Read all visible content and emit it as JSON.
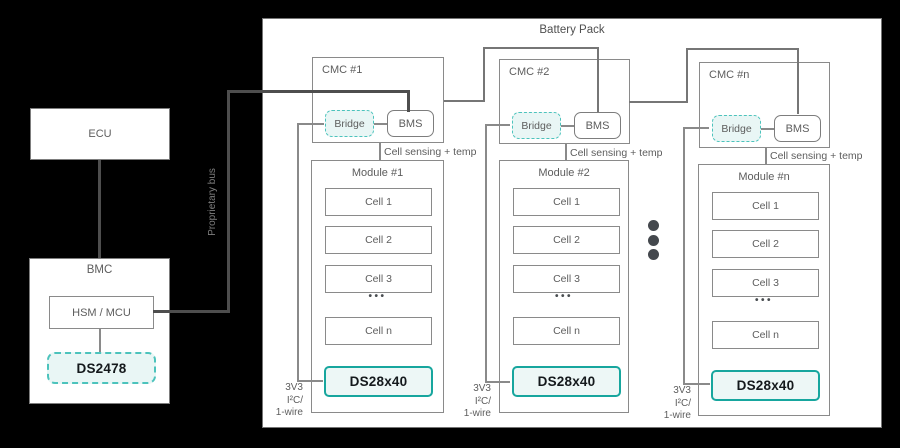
{
  "colors": {
    "accent_teal": "#17a69e",
    "accent_teal_dashed": "#4cc3bc",
    "accent_teal_fill": "#eaf6f5",
    "bus_line_dark": "#4e4e4e",
    "wire_gray": "#8a8a8a",
    "text_gray": "#5d5d5d",
    "background": "#000000"
  },
  "left_panel": {
    "ecu": "ECU",
    "bmc": "BMC",
    "hsm": "HSM / MCU",
    "ds2478": "DS2478",
    "bus_label": "Proprietary bus"
  },
  "pack": {
    "title": "Battery Pack",
    "columns": [
      {
        "cmc": "CMC #1",
        "bridge": "Bridge",
        "bms": "BMS",
        "sensing": "Cell sensing + temp",
        "module": "Module #1",
        "cells": [
          "Cell 1",
          "Cell 2",
          "Cell 3"
        ],
        "ellipsis": "•••",
        "cell_n": "Cell n",
        "ds": "DS28x40",
        "power": [
          "3V3",
          "I²C/",
          "1-wire"
        ]
      },
      {
        "cmc": "CMC #2",
        "bridge": "Bridge",
        "bms": "BMS",
        "sensing": "Cell sensing + temp",
        "module": "Module #2",
        "cells": [
          "Cell 1",
          "Cell 2",
          "Cell 3"
        ],
        "ellipsis": "•••",
        "cell_n": "Cell n",
        "ds": "DS28x40",
        "power": [
          "3V3",
          "I²C/",
          "1-wire"
        ]
      },
      {
        "cmc": "CMC #n",
        "bridge": "Bridge",
        "bms": "BMS",
        "sensing": "Cell sensing + temp",
        "module": "Module #n",
        "cells": [
          "Cell 1",
          "Cell 2",
          "Cell 3"
        ],
        "ellipsis": "•••",
        "cell_n": "Cell n",
        "ds": "DS28x40",
        "power": [
          "3V3",
          "I²C/",
          "1-wire"
        ]
      }
    ]
  }
}
